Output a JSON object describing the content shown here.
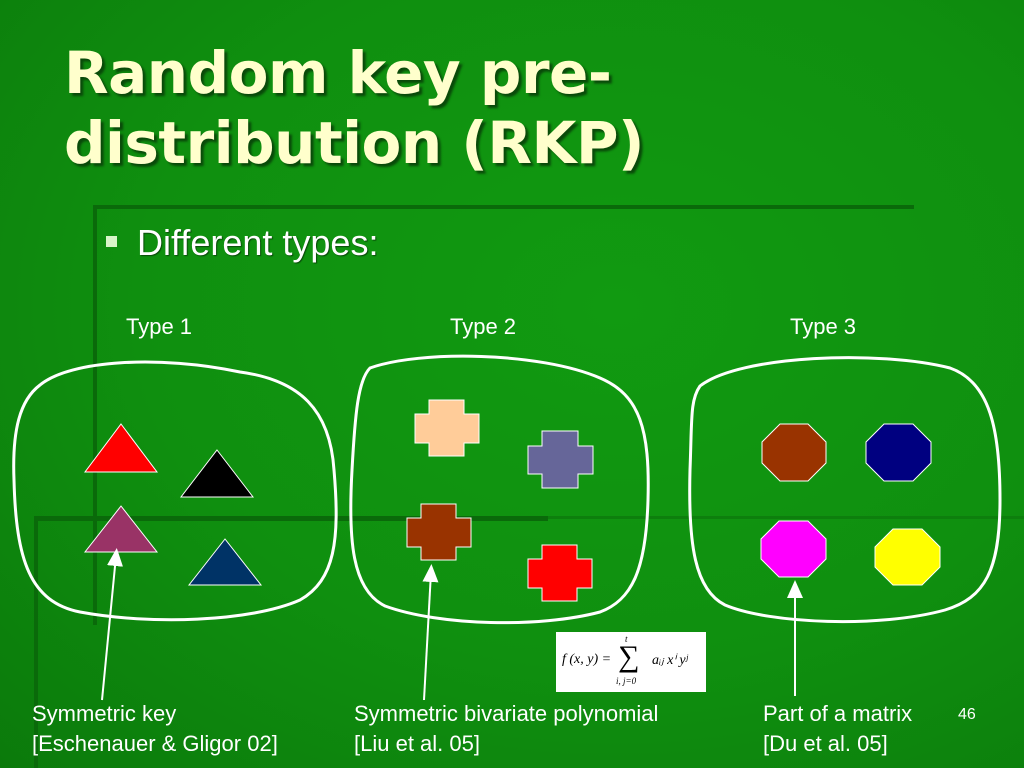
{
  "slide": {
    "title_line1": "Random key pre-",
    "title_line2": "distribution (RKP)",
    "bullet": "Different types:",
    "page_number": "46"
  },
  "types": [
    {
      "label": "Type 1",
      "caption_line1": "Symmetric key",
      "caption_line2": "[Eschenauer & Gligor 02]",
      "shape": "triangle",
      "colors": [
        "#ff0000",
        "#000000",
        "#993366",
        "#003366"
      ]
    },
    {
      "label": "Type 2",
      "caption_line1": "Symmetric bivariate polynomial",
      "caption_line2": "[Liu et al. 05]",
      "shape": "cross",
      "colors": [
        "#ffcc99",
        "#666699",
        "#993300",
        "#ff0000"
      ]
    },
    {
      "label": "Type 3",
      "caption_line1": "Part of a matrix",
      "caption_line2": "[Du et al. 05]",
      "shape": "octagon",
      "colors": [
        "#993300",
        "#000080",
        "#ff00ff",
        "#ffff00"
      ]
    }
  ],
  "formula": {
    "lhs": "f (x, y) =",
    "sum_upper": "t",
    "sum_lower": "i, j=0",
    "rhs": "aᵢⱼ xⁱ yʲ"
  },
  "colors": {
    "background": "#119a11",
    "title": "#ffffcc",
    "text": "#ffffff"
  }
}
